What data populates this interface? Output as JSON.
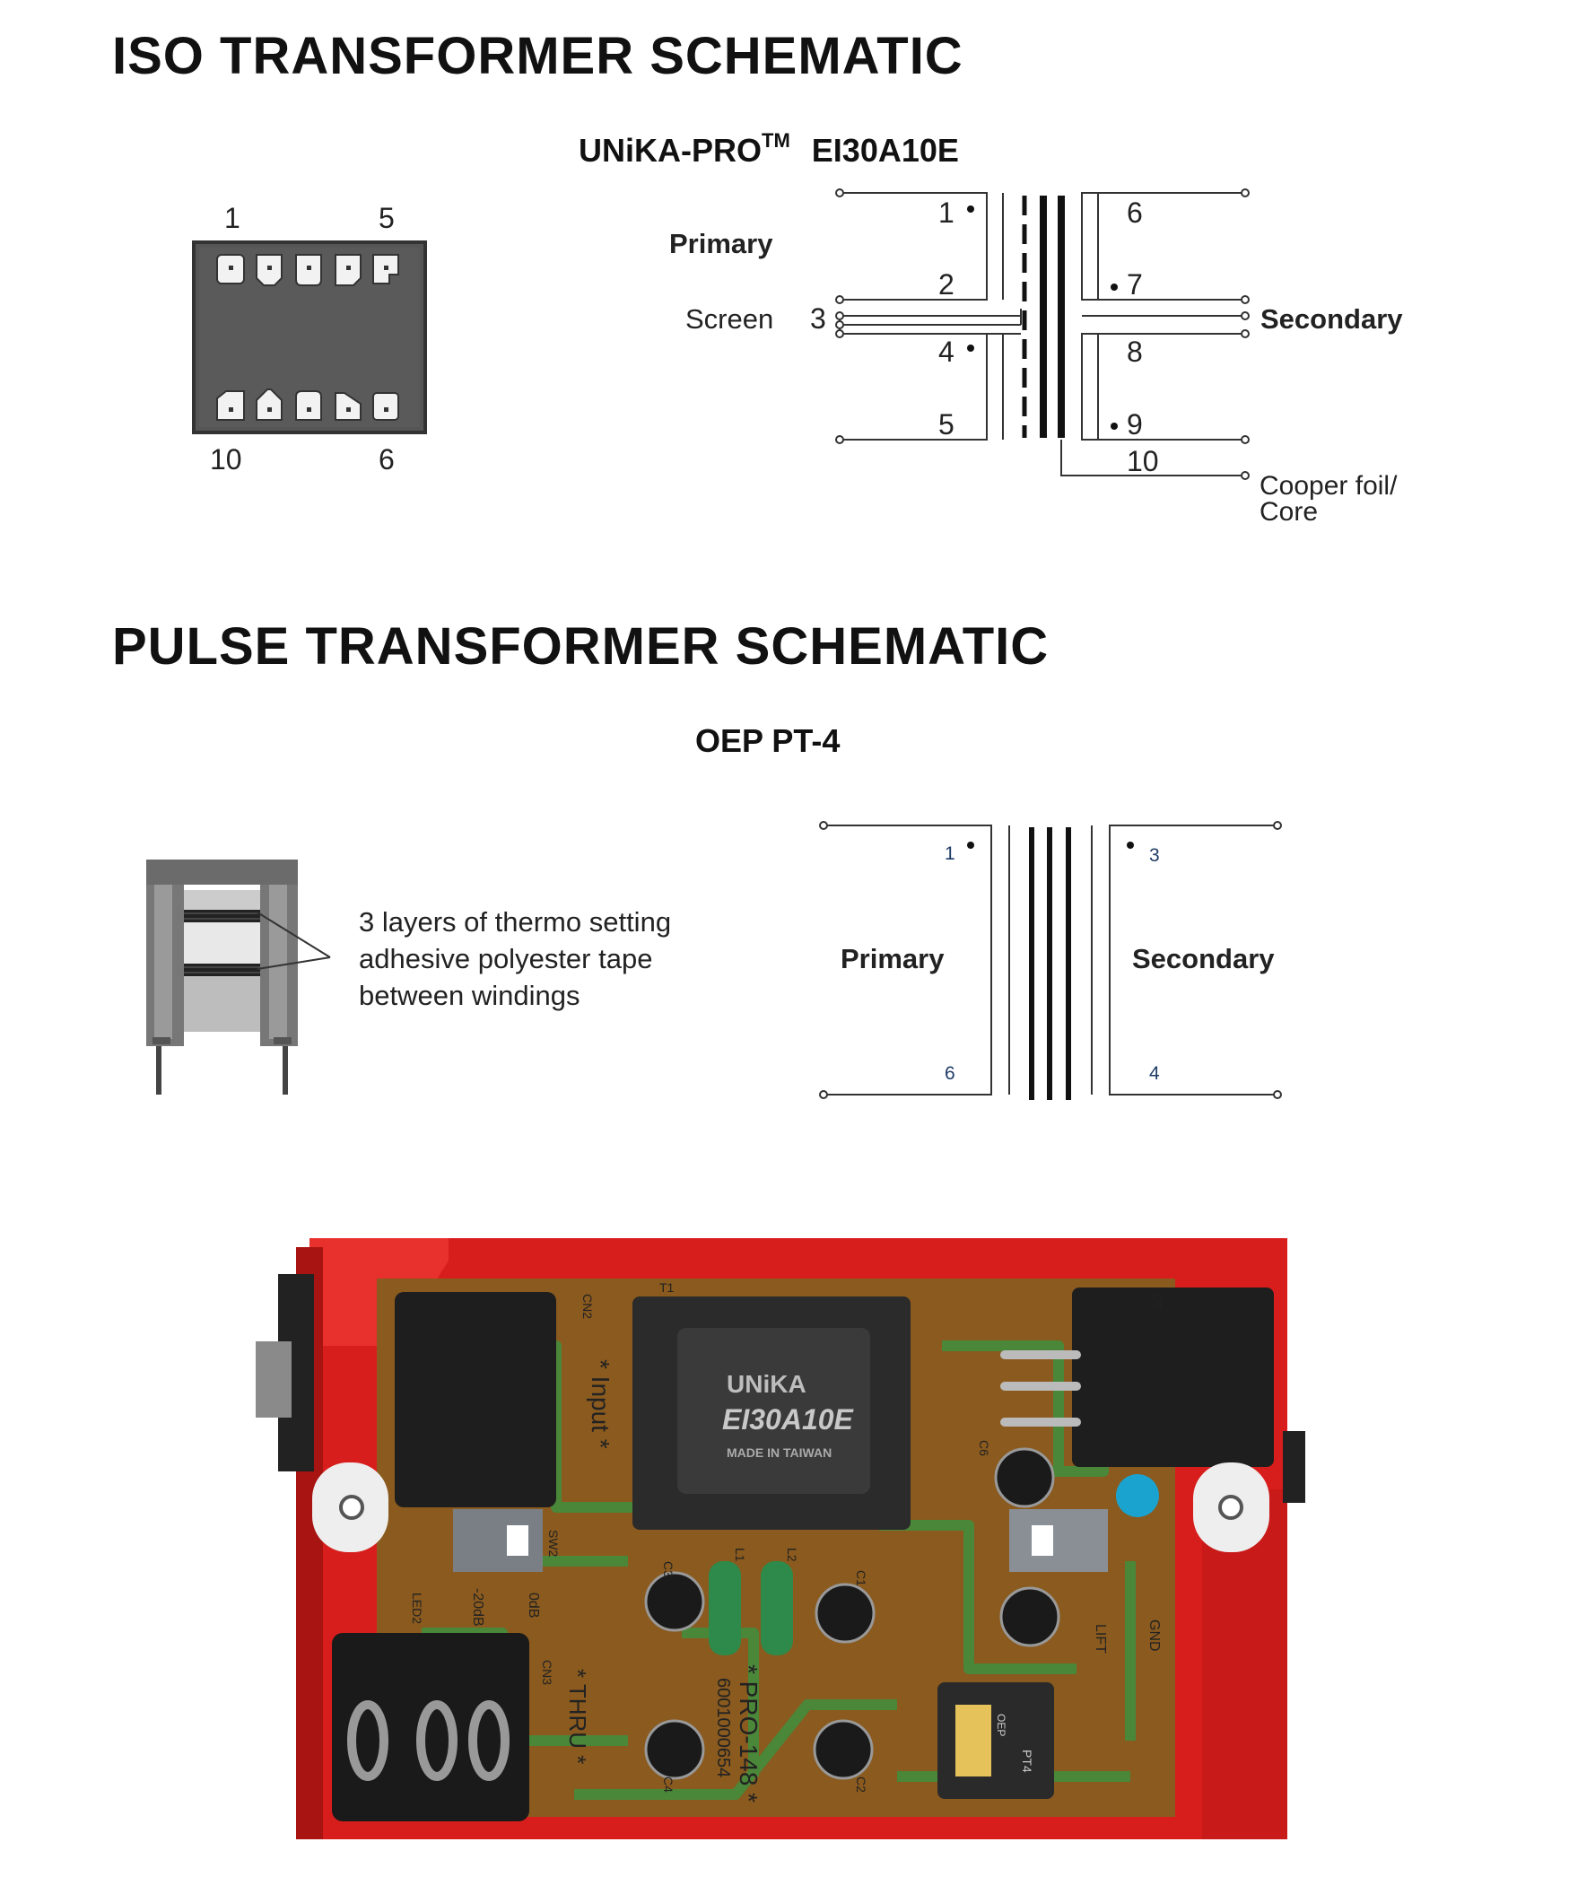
{
  "iso": {
    "heading": "ISO TRANSFORMER SCHEMATIC",
    "model_prefix": "UNiKA-PRO",
    "model_tm": "TM",
    "model_code": "EI30A10E",
    "package_pins": {
      "top_left": "1",
      "top_right": "5",
      "bottom_left": "10",
      "bottom_right": "6"
    },
    "labels": {
      "primary": "Primary",
      "screen": "Screen",
      "secondary": "Secondary",
      "foil_line1": "Cooper foil/",
      "foil_line2": "Core"
    },
    "pins": {
      "p1": "1",
      "p2": "2",
      "p3": "3",
      "p4": "4",
      "p5": "5",
      "p6": "6",
      "p7": "7",
      "p8": "8",
      "p9": "9",
      "p10": "10"
    }
  },
  "pulse": {
    "heading": "PULSE TRANSFORMER SCHEMATIC",
    "model": "OEP PT-4",
    "note_line1": "3 layers of thermo setting",
    "note_line2": "adhesive polyester tape",
    "note_line3": "between windings",
    "labels": {
      "primary": "Primary",
      "secondary": "Secondary"
    },
    "pins": {
      "p1": "1",
      "p3": "3",
      "p4": "4",
      "p6": "6"
    }
  },
  "photo": {
    "transformer_brand": "UNiKA",
    "transformer_model": "EI30A10E",
    "transformer_origin": "MADE IN TAIWAN",
    "silk_input": "* Input *",
    "silk_thru": "* THRU *",
    "silk_board": "* PRO-148 *",
    "silk_part": "6001000654",
    "silk_0db": "0dB",
    "silk_20db": "-20dB",
    "silk_gnd": "GND",
    "silk_lift": "LIFT",
    "silk_pt4": "PT4",
    "silk_oep": "OEP",
    "silk_cn2": "CN2",
    "silk_cn3": "CN3",
    "silk_sw2": "SW2",
    "silk_led2": "LED2",
    "silk_t1": "T1",
    "silk_l1": "L1",
    "silk_l2": "L2",
    "silk_c1": "C1",
    "silk_c2": "C2",
    "silk_c3": "C3",
    "silk_c4": "C4",
    "silk_c5": "C5",
    "silk_c6": "C6",
    "colors": {
      "chassis_red": "#e0201e",
      "pcb": "#8a5a1e",
      "trace_green": "#3f8f3e"
    }
  }
}
